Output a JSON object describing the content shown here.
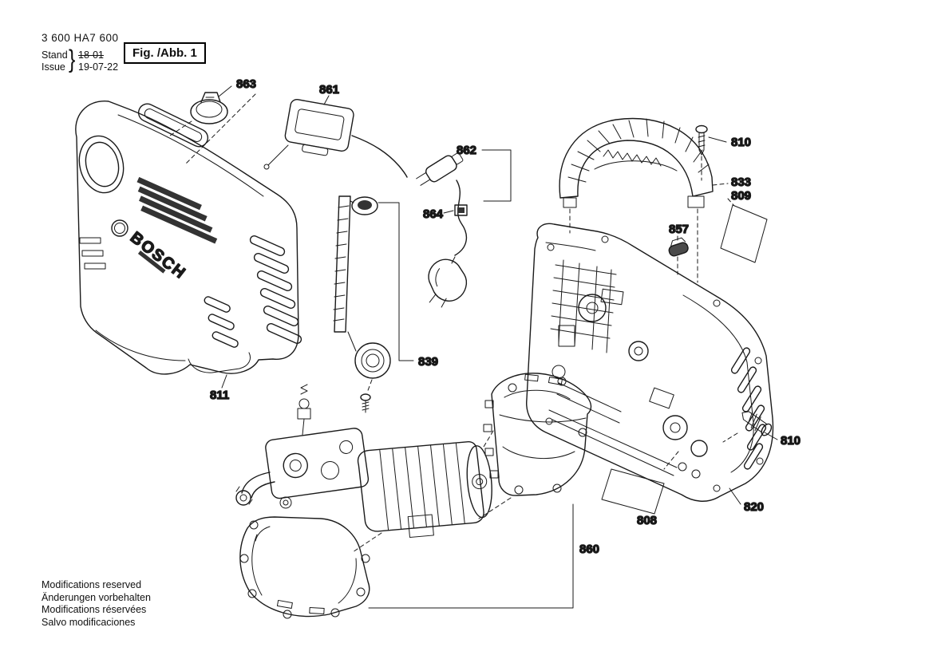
{
  "doc": {
    "part_number": "3 600 HA7 600",
    "stand_label": "Stand",
    "stand_value": "18-01",
    "issue_label": "Issue",
    "issue_value": "19-07-22",
    "figure_label": "Fig. /Abb. 1",
    "brace": "}"
  },
  "drawing": {
    "brand_logo": "BOSCH"
  },
  "callouts": [
    {
      "id": "863",
      "label": "863"
    },
    {
      "id": "861",
      "label": "861"
    },
    {
      "id": "862",
      "label": "862"
    },
    {
      "id": "864",
      "label": "864"
    },
    {
      "id": "810-top",
      "label": "810"
    },
    {
      "id": "833",
      "label": "833"
    },
    {
      "id": "809",
      "label": "809"
    },
    {
      "id": "857",
      "label": "857"
    },
    {
      "id": "839",
      "label": "839"
    },
    {
      "id": "811",
      "label": "811"
    },
    {
      "id": "810-side",
      "label": "810"
    },
    {
      "id": "820",
      "label": "820"
    },
    {
      "id": "808",
      "label": "808"
    },
    {
      "id": "860",
      "label": "860"
    }
  ],
  "footer": {
    "lines": [
      "Modifications reserved",
      "Änderungen vorbehalten",
      "Modifications réservées",
      "Salvo modificaciones"
    ]
  }
}
